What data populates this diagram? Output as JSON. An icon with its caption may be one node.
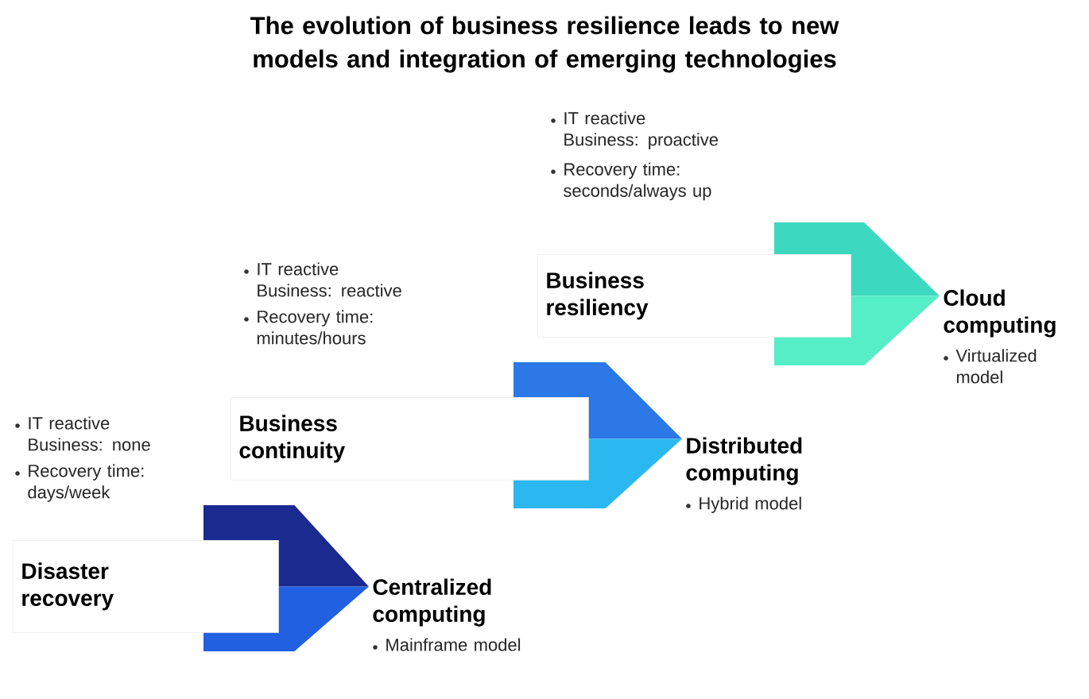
{
  "diagram": {
    "title": "The evolution of business resilience leads to new models and integration of emerging technologies",
    "nodes": [
      {
        "text": [
          "Disaster recovery"
        ],
        "beside": [
          "IT reactive Business: none",
          "Recovery time: days/week"
        ]
      },
      {
        "text": [
          "Business continuity"
        ],
        "beside": [
          "IT reactive Business: reactive",
          "Recovery time: minutes/hours"
        ]
      },
      {
        "text": [
          "Business resiliency"
        ],
        "beside": [
          "IT reactive Business: proactive",
          "Recovery time: seconds/always up"
        ]
      },
      {
        "text": [
          "Centralized computing"
        ],
        "beside": [
          "Mainframe model"
        ]
      },
      {
        "text": [
          "Distributed computing"
        ],
        "beside": [
          "Hybrid model"
        ]
      },
      {
        "text": [
          "Cloud computing"
        ],
        "beside": [
          "Virtualized model"
        ]
      }
    ],
    "edges": [
      {
        "from": 0,
        "to": 3,
        "arrow": "to"
      },
      {
        "from": 1,
        "to": 4,
        "arrow": "to"
      },
      {
        "from": 2,
        "to": 5,
        "arrow": "to"
      }
    ]
  }
}
